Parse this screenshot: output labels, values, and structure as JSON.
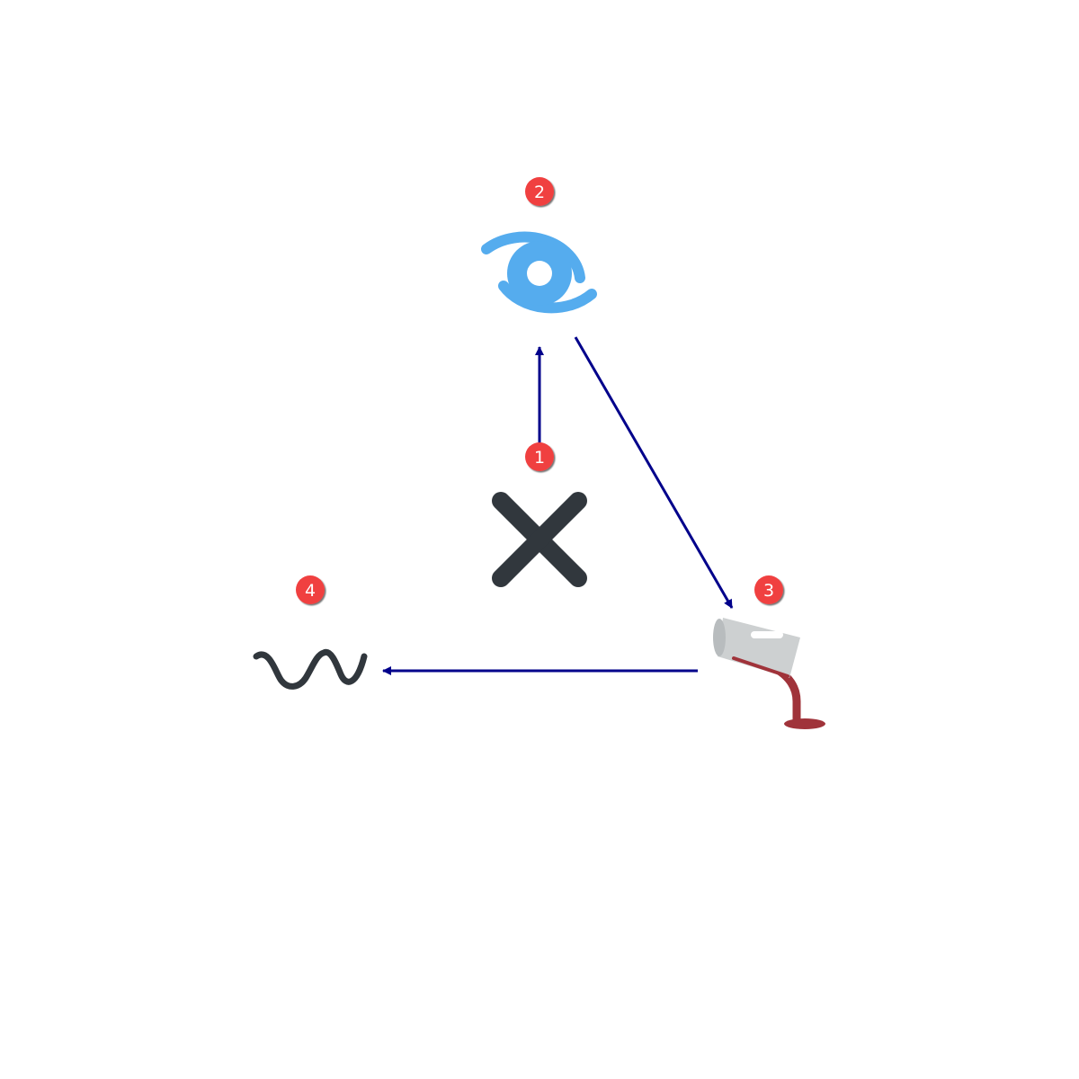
{
  "diagram": {
    "colors": {
      "arrow": "#00008b",
      "badge_fill": "#f04040",
      "badge_text": "#ffffff",
      "cross": "#31373d",
      "cyclone": "#55acee",
      "wave": "#31373d",
      "glass": "#cdd0d1",
      "liquid": "#a0333a"
    },
    "nodes": [
      {
        "id": "1",
        "badge": "1",
        "icon": "cross-mark-icon"
      },
      {
        "id": "2",
        "badge": "2",
        "icon": "cyclone-icon"
      },
      {
        "id": "3",
        "badge": "3",
        "icon": "spilling-glass-icon"
      },
      {
        "id": "4",
        "badge": "4",
        "icon": "wavy-dash-icon"
      }
    ],
    "edges": [
      {
        "from": "1",
        "to": "2"
      },
      {
        "from": "2",
        "to": "3"
      },
      {
        "from": "3",
        "to": "4"
      }
    ]
  }
}
